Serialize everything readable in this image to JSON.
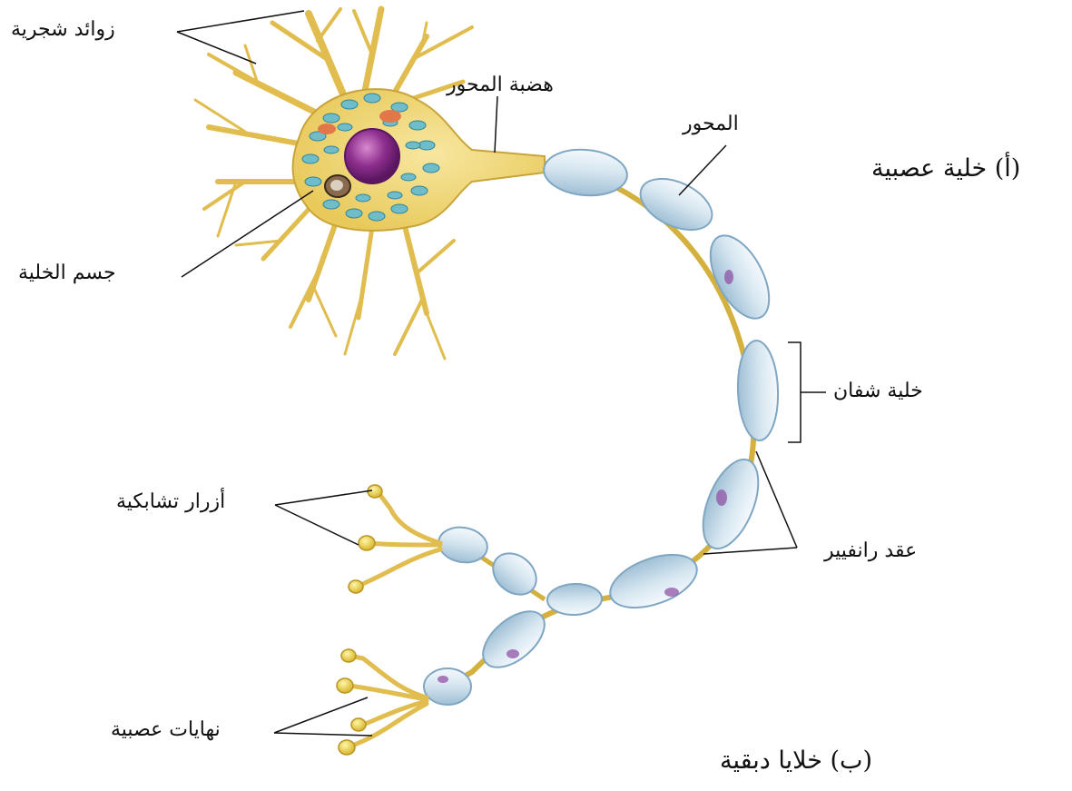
{
  "labels": {
    "dendrites": "زوائد شجرية",
    "axon_hillock": "هضبة المحور",
    "axon": "المحور",
    "neuron": "(أ) خلية عصبية",
    "cell_body": "جسم الخلية",
    "schwann_cell": "خلية شفان",
    "synaptic_knobs": "أزرار تشابكية",
    "nodes_of_ranvier": "عقد رانفيير",
    "nerve_endings": "نهايات عصبية",
    "glial_cells": "(ب) خلايا دبقية"
  },
  "colors": {
    "dendrite": "#f0d56a",
    "dendrite_edge": "#c9a43a",
    "myelin": "#d3e4ef",
    "myelin_edge": "#7fa6c2",
    "nucleus": "#8e2f8e",
    "granule": "#5fb3c4",
    "line": "#111111"
  }
}
